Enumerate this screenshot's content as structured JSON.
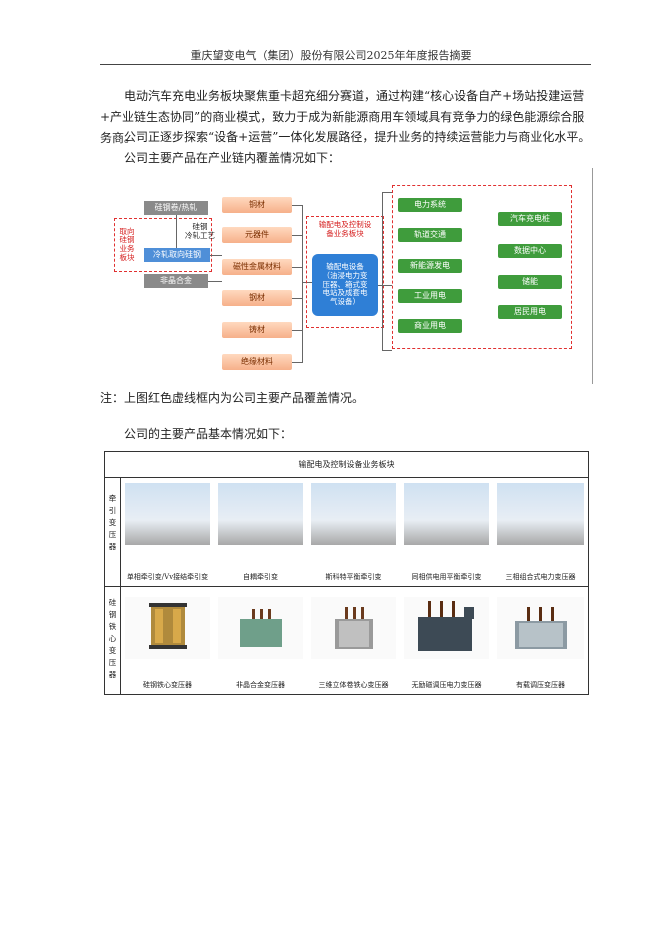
{
  "header": "重庆望变电气（集团）股份有限公司2025年年度报告摘要",
  "paragraphs": [
    "电动汽车充电业务板块聚焦重卡超充细分赛道，通过构建“核心设备自产+场站投建运营+产业链生态协同”的商业模式，致力于成为新能源商用车领域具有竞争力的绿色能源综合服务商。",
    "公司正逐步探索“设备+运营”一体化发展路径，提升业务的持续运营能力与商业化水平。",
    "公司主要产品在产业链内覆盖情况如下："
  ],
  "diagram": {
    "left_gray": [
      "硅钢卷/热轧",
      "非晶合金"
    ],
    "left_process": "硅钢\n冷轧工艺",
    "left_blue": "冷轧取向硅钢",
    "left_red_label": "取向\n硅钢\n业务\n板块",
    "materials": [
      "铜材",
      "元器件",
      "磁性金属材料",
      "钢材",
      "铸材",
      "绝缘材料"
    ],
    "center_red_label": "输配电及控制设\n备业务板块",
    "center_box": "输配电设备\n（油浸电力变\n压器、箱式变\n电站及成套电\n气设备）",
    "apps_left": [
      "电力系统",
      "轨道交通",
      "新能源发电",
      "工业用电",
      "商业用电"
    ],
    "apps_right": [
      "汽车充电桩",
      "数据中心",
      "储能",
      "居民用电"
    ]
  },
  "note": "注：上图红色虚线框内为公司主要产品覆盖情况。",
  "products_intro": "公司的主要产品基本情况如下：",
  "product_table": {
    "title": "输配电及控制设备业务板块",
    "rows": [
      {
        "label": "牵\n引\n变\n压\n器",
        "items": [
          "单相牵引变/Vv接结牵引变",
          "自耦牵引变",
          "斯科特平衡牵引变",
          "同相供电用平衡牵引变",
          "三相组合式电力变压器"
        ]
      },
      {
        "label": "硅\n钢\n铁\n心\n变\n压\n器",
        "items": [
          "硅钢铁心变压器",
          "非晶合金变压器",
          "三维立体卷铁心变压器",
          "无励磁调压电力变压器",
          "有载调压变压器"
        ]
      }
    ]
  },
  "colors": {
    "accent_blue": "#2f7fd6",
    "green": "#3f9c3c",
    "orange": "#f6b08a",
    "red_dash": "#e03030"
  }
}
